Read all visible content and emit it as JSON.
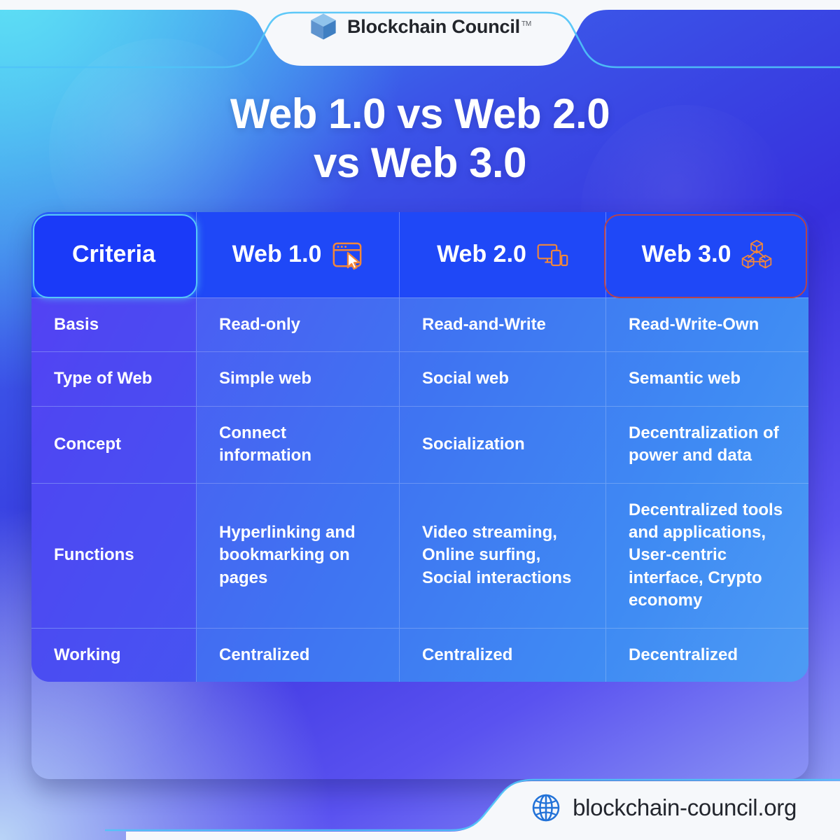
{
  "brand": {
    "logo_text": "Blockchain Council",
    "trademark": "TM",
    "logo_icon": "blockchain-cube-icon"
  },
  "title": {
    "line1": "Web 1.0 vs Web 2.0",
    "line2": "vs Web 3.0"
  },
  "table": {
    "headers": [
      {
        "label": "Criteria",
        "icon": ""
      },
      {
        "label": "Web 1.0",
        "icon": "browser-window-cursor-icon"
      },
      {
        "label": "Web 2.0",
        "icon": "multi-device-icon"
      },
      {
        "label": "Web 3.0",
        "icon": "connected-cubes-icon"
      }
    ],
    "rows": [
      {
        "criteria": "Basis",
        "web1": "Read-only",
        "web2": "Read-and-Write",
        "web3": "Read-Write-Own"
      },
      {
        "criteria": "Type of Web",
        "web1": "Simple web",
        "web2": "Social web",
        "web3": "Semantic web"
      },
      {
        "criteria": "Concept",
        "web1": "Connect information",
        "web2": "Socialization",
        "web3": "Decentralization of power and data"
      },
      {
        "criteria": "Functions",
        "web1": "Hyperlinking and bookmarking on pages",
        "web2": "Video streaming, Online surfing, Social interactions",
        "web3": "Decentralized tools and applications, User-centric interface, Crypto economy"
      },
      {
        "criteria": "Working",
        "web1": "Centralized",
        "web2": "Centralized",
        "web3": "Decentralized"
      }
    ]
  },
  "footer": {
    "url": "blockchain-council.org",
    "icon": "globe-icon"
  },
  "colors": {
    "accent_orange": "#f2873a",
    "accent_cyan": "#56c8f7",
    "header_blue": "#1f48f7",
    "criteria_violet": "#4e30f0",
    "highlight_red": "#b4434f",
    "text_white": "#ffffff",
    "dark_text": "#23262e"
  }
}
